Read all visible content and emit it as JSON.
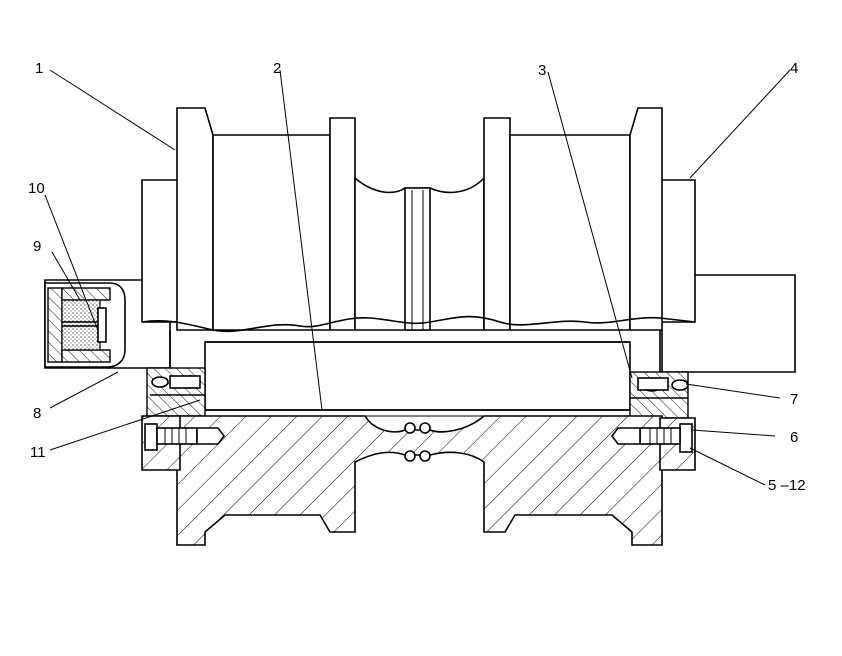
{
  "callouts": {
    "c1": "1",
    "c2": "2",
    "c3": "3",
    "c4": "4",
    "c5": "5 –12",
    "c6": "6",
    "c7": "7",
    "c8": "8",
    "c9": "9",
    "c10": "10",
    "c11": "11"
  },
  "colors": {
    "ink": "#000000",
    "paper": "#ffffff"
  }
}
